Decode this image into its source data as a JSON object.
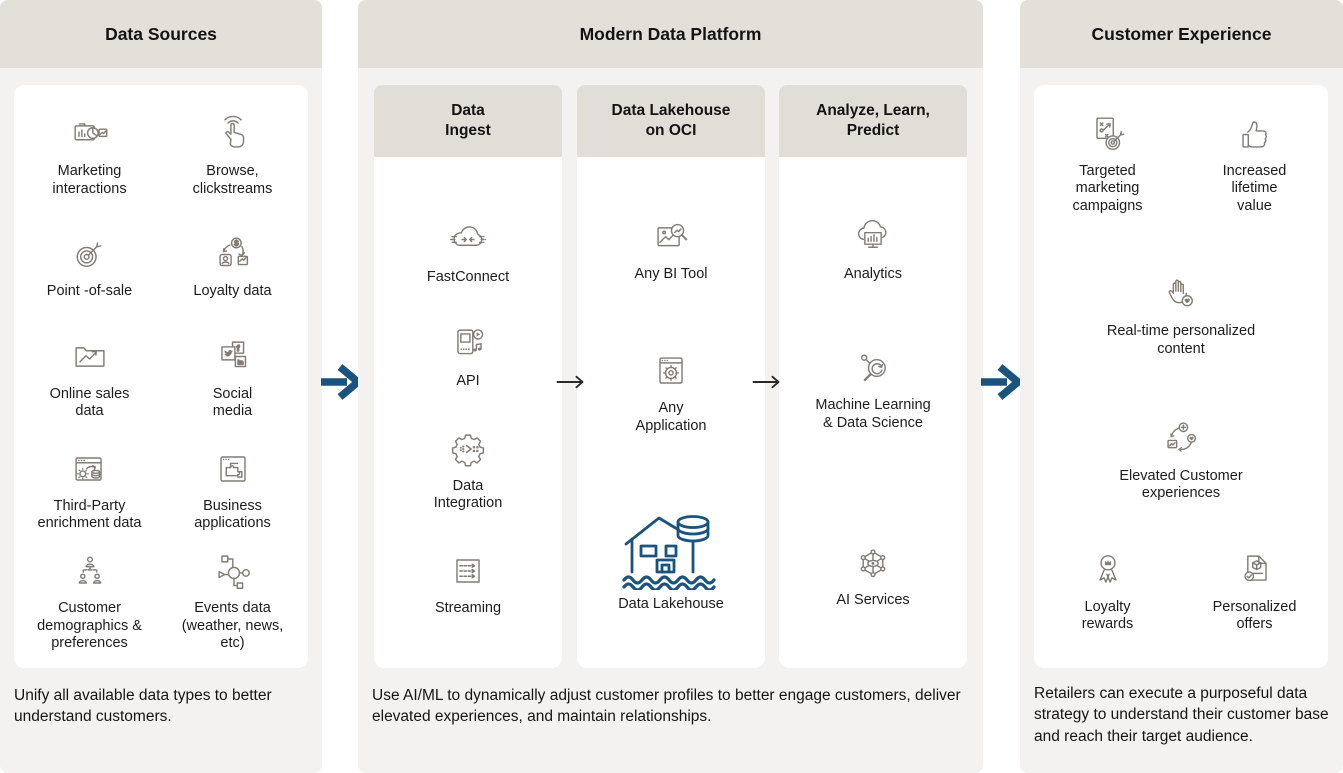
{
  "colors": {
    "page_bg": "#ffffff",
    "column_bg": "#f4f2f0",
    "header_bg": "#e3e0da",
    "card_bg": "#ffffff",
    "accent_blue": "#1a547d",
    "icon_gray": "#837c76",
    "text": "#161513"
  },
  "data_sources": {
    "title": "Data Sources",
    "items": [
      {
        "label": "Marketing\ninteractions",
        "icon": "marketing-interactions-icon"
      },
      {
        "label": "Browse,\nclickstreams",
        "icon": "tap-clickstream-icon"
      },
      {
        "label": "Point -of-sale",
        "icon": "target-dart-icon"
      },
      {
        "label": "Loyalty data",
        "icon": "loyalty-cycle-icon"
      },
      {
        "label": "Online sales\ndata",
        "icon": "sales-folder-chart-icon"
      },
      {
        "label": "Social\nmedia",
        "icon": "social-media-icon"
      },
      {
        "label": "Third-Party\nenrichment data",
        "icon": "enrichment-window-icon"
      },
      {
        "label": "Business\napplications",
        "icon": "puzzle-window-icon"
      },
      {
        "label": "Customer\ndemographics &\npreferences",
        "icon": "people-hierarchy-icon"
      },
      {
        "label": "Events data\n(weather, news,\netc)",
        "icon": "events-network-icon"
      }
    ],
    "caption": "Unify all available data types to better understand customers."
  },
  "platform": {
    "title": "Modern Data Platform",
    "sections": [
      {
        "title": "Data\nIngest",
        "items": [
          {
            "label": "FastConnect",
            "icon": "fastconnect-cloud-icon"
          },
          {
            "label": "API",
            "icon": "api-device-icon"
          },
          {
            "label": "Data\nIntegration",
            "icon": "data-integration-gear-icon"
          },
          {
            "label": "Streaming",
            "icon": "streaming-arrows-icon"
          }
        ]
      },
      {
        "title": "Data Lakehouse\non OCI",
        "items": [
          {
            "label": "Any BI Tool",
            "icon": "bi-image-magnifier-icon"
          },
          {
            "label": "Any\nApplication",
            "icon": "application-gear-window-icon"
          },
          {
            "label": "Data Lakehouse",
            "icon": "data-lakehouse-icon"
          }
        ]
      },
      {
        "title": "Analyze, Learn,\nPredict",
        "items": [
          {
            "label": "Analytics",
            "icon": "analytics-cloud-monitor-icon"
          },
          {
            "label": "Machine Learning\n& Data Science",
            "icon": "ml-magnifier-icon"
          },
          {
            "label": "AI Services",
            "icon": "ai-network-eye-icon"
          }
        ]
      }
    ],
    "caption": "Use AI/ML to dynamically adjust customer profiles to better engage customers, deliver elevated experiences, and maintain relationships."
  },
  "customer_experience": {
    "title": "Customer Experience",
    "items": [
      {
        "label": "Targeted\nmarketing\ncampaigns",
        "icon": "strategy-target-icon"
      },
      {
        "label": "Increased\nlifetime\nvalue",
        "icon": "thumbs-up-icon"
      },
      {
        "label": "Real-time personalized\ncontent",
        "icon": "hand-heart-icon"
      },
      {
        "label": "Elevated Customer\nexperiences",
        "icon": "experience-cycle-icon"
      },
      {
        "label": "Loyalty\nrewards",
        "icon": "award-ribbon-icon"
      },
      {
        "label": "Personalized\noffers",
        "icon": "offer-document-icon"
      }
    ],
    "caption": "Retailers can execute a purposeful data strategy to understand their customer base and reach their target audience."
  }
}
